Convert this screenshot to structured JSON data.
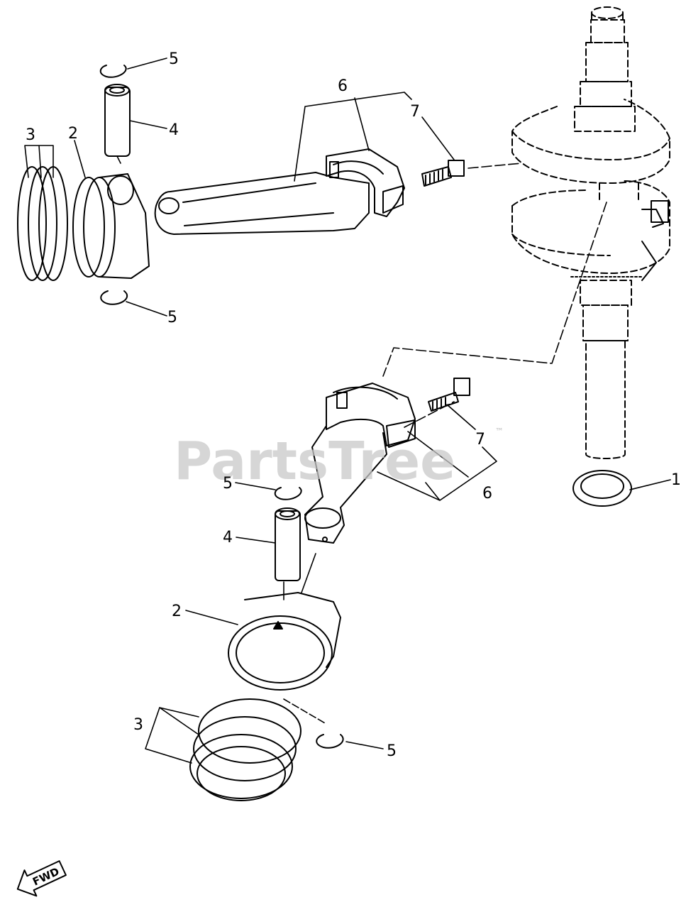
{
  "watermark": {
    "text": "PartsTree",
    "trademark": "™"
  },
  "fwd_label": "FWD",
  "callouts": [
    {
      "id": "c1",
      "label": "1"
    },
    {
      "id": "c2a",
      "label": "2"
    },
    {
      "id": "c2b",
      "label": "2"
    },
    {
      "id": "c3a",
      "label": "3"
    },
    {
      "id": "c3b",
      "label": "3"
    },
    {
      "id": "c4a",
      "label": "4"
    },
    {
      "id": "c4b",
      "label": "4"
    },
    {
      "id": "c5a",
      "label": "5"
    },
    {
      "id": "c5b",
      "label": "5"
    },
    {
      "id": "c5c",
      "label": "5"
    },
    {
      "id": "c5d",
      "label": "5"
    },
    {
      "id": "c6a",
      "label": "6"
    },
    {
      "id": "c6b",
      "label": "6"
    },
    {
      "id": "c7a",
      "label": "7"
    },
    {
      "id": "c7b",
      "label": "7"
    }
  ]
}
